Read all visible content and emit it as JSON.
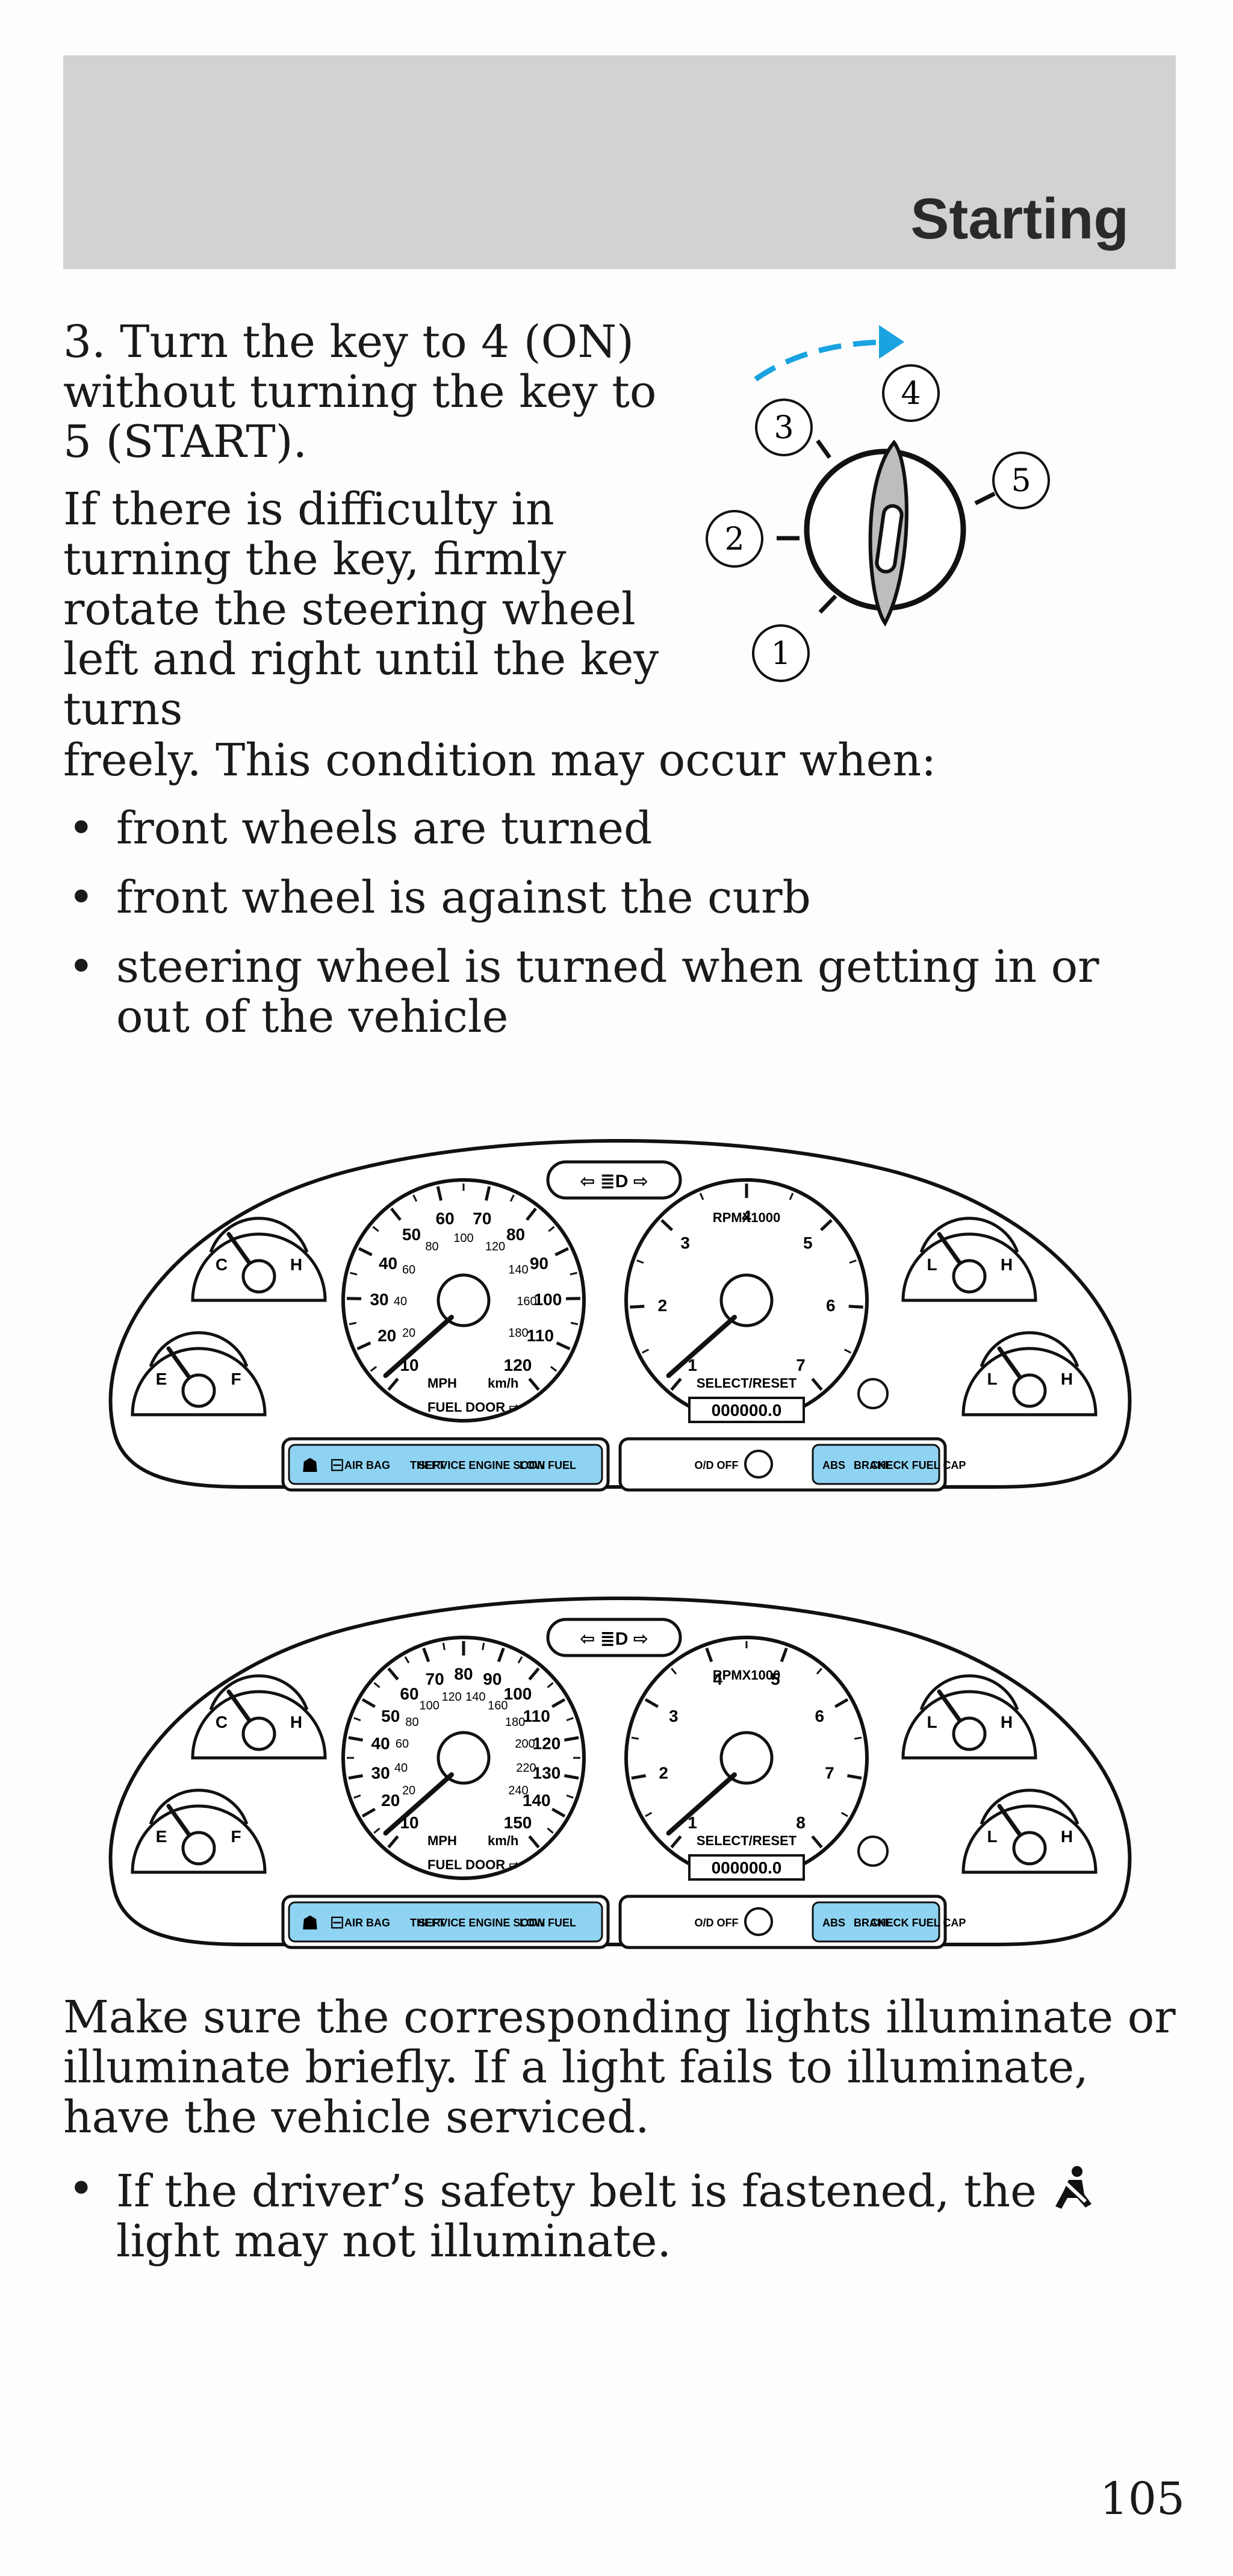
{
  "header": {
    "title": "Starting"
  },
  "step": {
    "text": "3. Turn the key to 4 (ON) without turning the key to 5 (START)."
  },
  "difficulty": {
    "text": "If there is difficulty in turning the key, firmly rotate the steering wheel left and right until the key turns",
    "continuation": "freely. This condition may occur when:"
  },
  "conditions": [
    "front wheels are turned",
    "front wheel is against the curb",
    "steering wheel is turned when getting in or out of the vehicle"
  ],
  "ignition": {
    "positions": [
      "1",
      "2",
      "3",
      "4",
      "5"
    ]
  },
  "clusters": [
    {
      "speed_labels_mph": [
        "10",
        "20",
        "30",
        "40",
        "50",
        "60",
        "70",
        "80",
        "90",
        "100",
        "110",
        "120"
      ],
      "speed_labels_kmh": [
        "20",
        "40",
        "60",
        "80",
        "100",
        "120",
        "140",
        "160",
        "180"
      ],
      "tach_labels": [
        "1",
        "2",
        "3",
        "4",
        "5",
        "6",
        "7"
      ],
      "odometer": "000000.0"
    },
    {
      "speed_labels_mph": [
        "10",
        "20",
        "30",
        "40",
        "50",
        "60",
        "70",
        "80",
        "90",
        "100",
        "110",
        "120",
        "130",
        "140",
        "150"
      ],
      "speed_labels_kmh": [
        "20",
        "40",
        "60",
        "80",
        "100",
        "120",
        "140",
        "160",
        "180",
        "200",
        "220",
        "240"
      ],
      "tach_labels": [
        "1",
        "2",
        "3",
        "4",
        "5",
        "6",
        "7",
        "8"
      ],
      "odometer": "000000.0"
    }
  ],
  "cluster_common": {
    "mph": "MPH",
    "kmh": "km/h",
    "fuel_door": "FUEL DOOR",
    "rpm": "RPMX1000",
    "select_reset": "SELECT/RESET",
    "fuel_e": "E",
    "fuel_f": "F",
    "low": "L",
    "high": "H",
    "cool": "C",
    "warn_left": [
      "AIR BAG",
      "THEFT",
      "SERVICE ENGINE SOON",
      "LOW FUEL"
    ],
    "warn_right": [
      "O/D OFF",
      "ABS",
      "BRAKE",
      "CHECK FUEL CAP"
    ]
  },
  "note": {
    "text": "Make sure the corresponding lights illuminate or illuminate briefly. If a light fails to illuminate, have the vehicle serviced."
  },
  "belt_note": {
    "before": "If the driver’s safety belt is fastened, the",
    "after": "light may not illuminate.",
    "icon": "seatbelt-icon"
  },
  "page_number": "105",
  "colors": {
    "header_bg": "#d2d2d2",
    "arrow": "#1aa3e0",
    "warning_panel": "#8fd3f2"
  }
}
